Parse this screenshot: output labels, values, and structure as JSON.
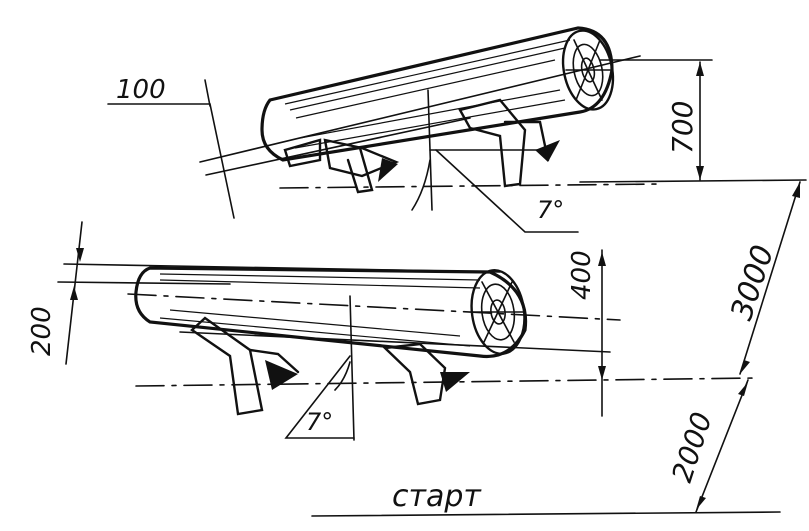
{
  "labels": {
    "dim_100": "100",
    "dim_700": "700",
    "dim_3000": "3000",
    "dim_400": "400",
    "dim_200": "200",
    "dim_2000": "2000",
    "angle_upper": "7°",
    "angle_lower": "7°",
    "start": "старт"
  }
}
